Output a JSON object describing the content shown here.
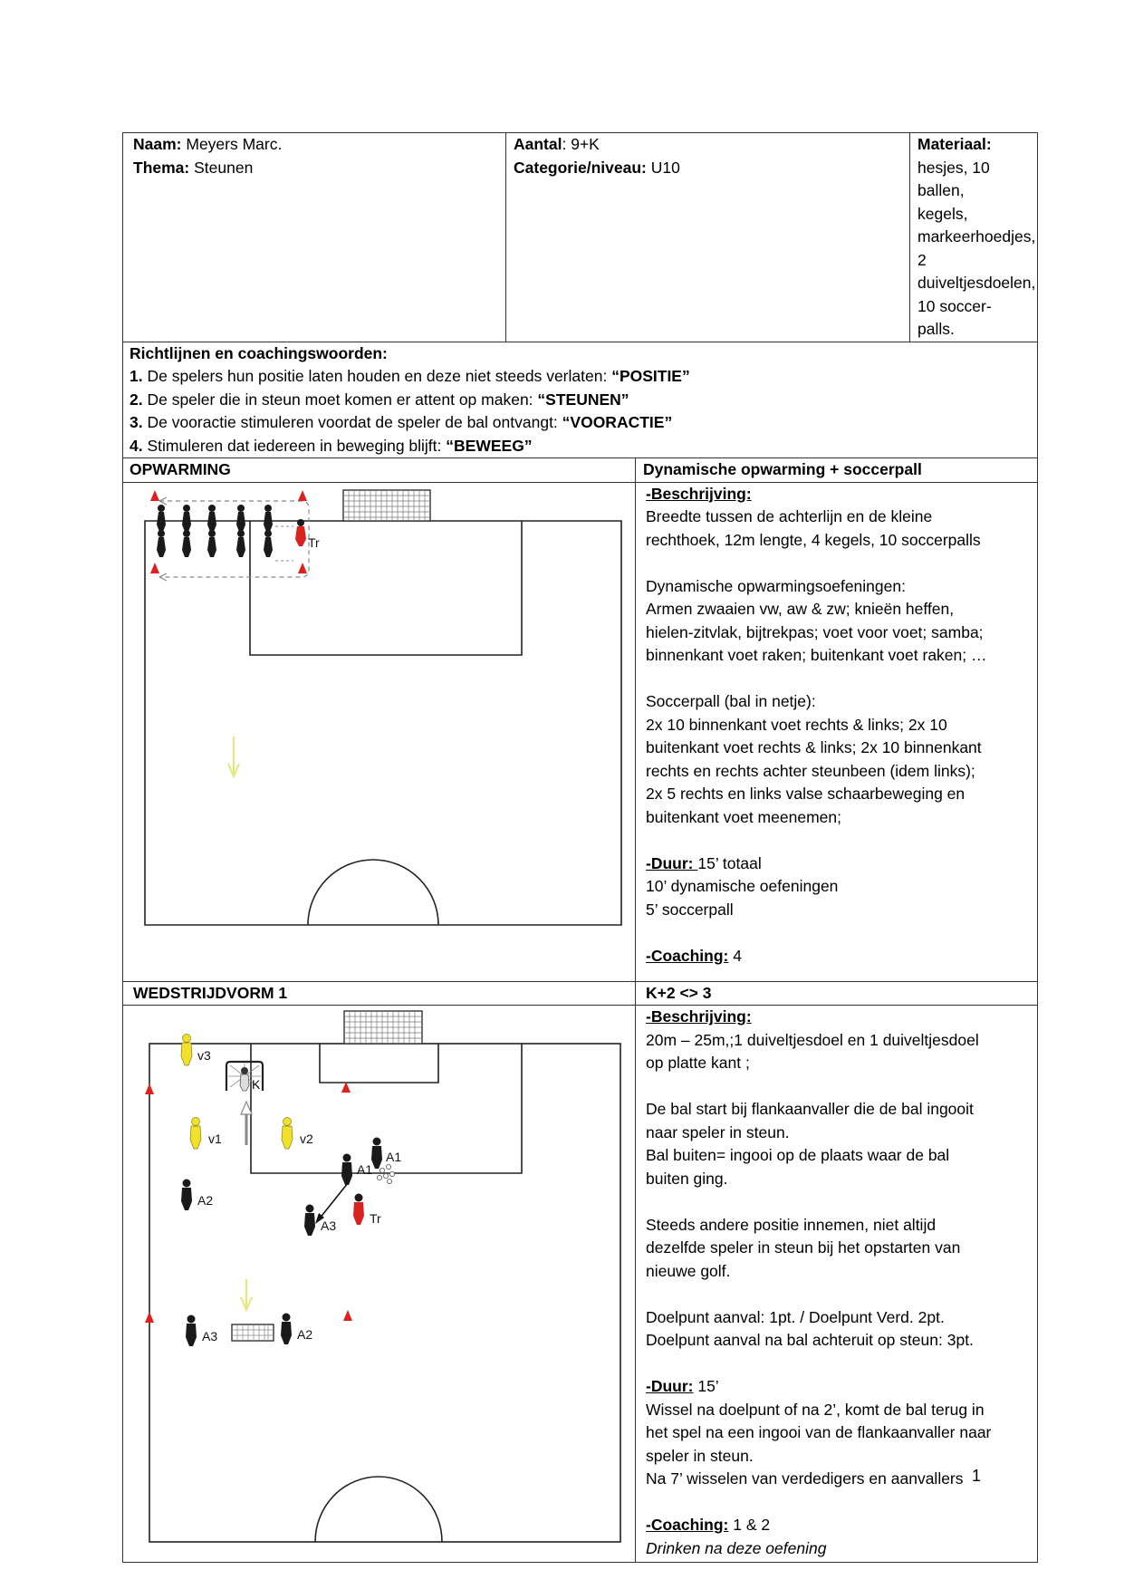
{
  "header": {
    "naam_label": "Naam:",
    "naam": "Meyers Marc.",
    "thema_label": "Thema:",
    "thema": "Steunen",
    "aantal_label": "Aantal",
    "aantal": ": 9+K",
    "categorie_label": "Categorie/niveau:",
    "categorie": "U10",
    "materiaal_label": "Materiaal:",
    "materiaal": [
      " hesjes, 10 ballen,",
      "kegels, markeerhoedjes, 2",
      "duiveltjesdoelen, 10 soccer-",
      "palls."
    ]
  },
  "richtlijnen": {
    "title": "Richtlijnen en coachingswoorden:",
    "items": [
      {
        "num": "1.",
        "text": " De spelers hun positie laten houden en deze niet steeds verlaten: ",
        "key": "“POSITIE”"
      },
      {
        "num": "2.",
        "text": " De speler die in steun moet komen er attent op maken: ",
        "key": "“STEUNEN”"
      },
      {
        "num": "3.",
        "text": " De vooractie stimuleren voordat de speler de bal ontvangt: ",
        "key": "“VOORACTIE”"
      },
      {
        "num": "4.",
        "text": " Stimuleren dat iedereen in beweging blijft: ",
        "key": "“BEWEEG”"
      }
    ]
  },
  "section1": {
    "left_title": "OPWARMING",
    "right_title": "Dynamische opwarming + soccerpall",
    "beschrijving_label": "-Beschrijving:",
    "lines": [
      "Breedte tussen de achterlijn en de kleine",
      "rechthoek, 12m lengte, 4 kegels, 10 soccerpalls",
      "",
      "Dynamische opwarmingsoefeningen:",
      "Armen zwaaien vw, aw & zw; knieën heffen,",
      "hielen-zitvlak, bijtrekpas; voet voor voet; samba;",
      "binnenkant voet raken; buitenkant voet raken; …",
      "",
      "Soccerpall (bal in netje):",
      "2x 10 binnenkant voet rechts & links; 2x 10",
      "buitenkant voet rechts & links; 2x 10 binnenkant",
      "rechts en rechts achter steunbeen (idem links);",
      "2x 5 rechts en links valse schaarbeweging en",
      "buitenkant voet meenemen;",
      ""
    ],
    "duur_label": "-Duur: ",
    "duur": "15’ totaal",
    "duur_lines": [
      "10’ dynamische oefeningen",
      "5’ soccerpall"
    ],
    "coaching_label": "-Coaching:",
    "coaching": " 4",
    "diagram": {
      "trainer_label": "Tr"
    }
  },
  "section2": {
    "left_title": "WEDSTRIJDVORM 1",
    "right_title": "K+2 <> 3",
    "beschrijving_label": "-Beschrijving:",
    "lines": [
      "20m – 25m,;1 duiveltjesdoel en 1 duiveltjesdoel",
      "op platte kant ;",
      "",
      "De bal start bij flankaanvaller die de bal ingooit",
      "naar speler in steun.",
      "Bal buiten= ingooi op de plaats waar de bal",
      "buiten ging.",
      "",
      "Steeds andere positie innemen, niet altijd",
      "dezelfde speler in steun bij het opstarten van",
      "nieuwe golf.",
      "",
      "Doelpunt aanval: 1pt. / Doelpunt Verd. 2pt.",
      "Doelpunt aanval na bal achteruit op steun: 3pt.",
      ""
    ],
    "duur_label": "-Duur:",
    "duur": " 15’",
    "duur_lines": [
      "Wissel na doelpunt of na 2’, komt de bal terug in",
      "het spel na een ingooi van de flankaanvaller naar",
      "speler in steun.",
      "Na 7’ wisselen van verdedigers en aanvallers",
      ""
    ],
    "coaching_label": "-Coaching:",
    "coaching": " 1 & 2",
    "note": "Drinken na deze oefening",
    "diagram": {
      "labels": {
        "v3": "v3",
        "v1": "v1",
        "v2": "v2",
        "a1_top": "A1",
        "a1": "A1",
        "a2_left": "A2",
        "a3_mid": "A3",
        "tr": "Tr",
        "a3_bottom": "A3",
        "a2_bottom": "A2",
        "k": "K"
      }
    }
  },
  "page_number": "1",
  "colors": {
    "cone": "#e0201e",
    "yellow_player": "#f2e12a",
    "arrow_yellow": "#eded8a",
    "dark_player": "#1a1a1a"
  }
}
